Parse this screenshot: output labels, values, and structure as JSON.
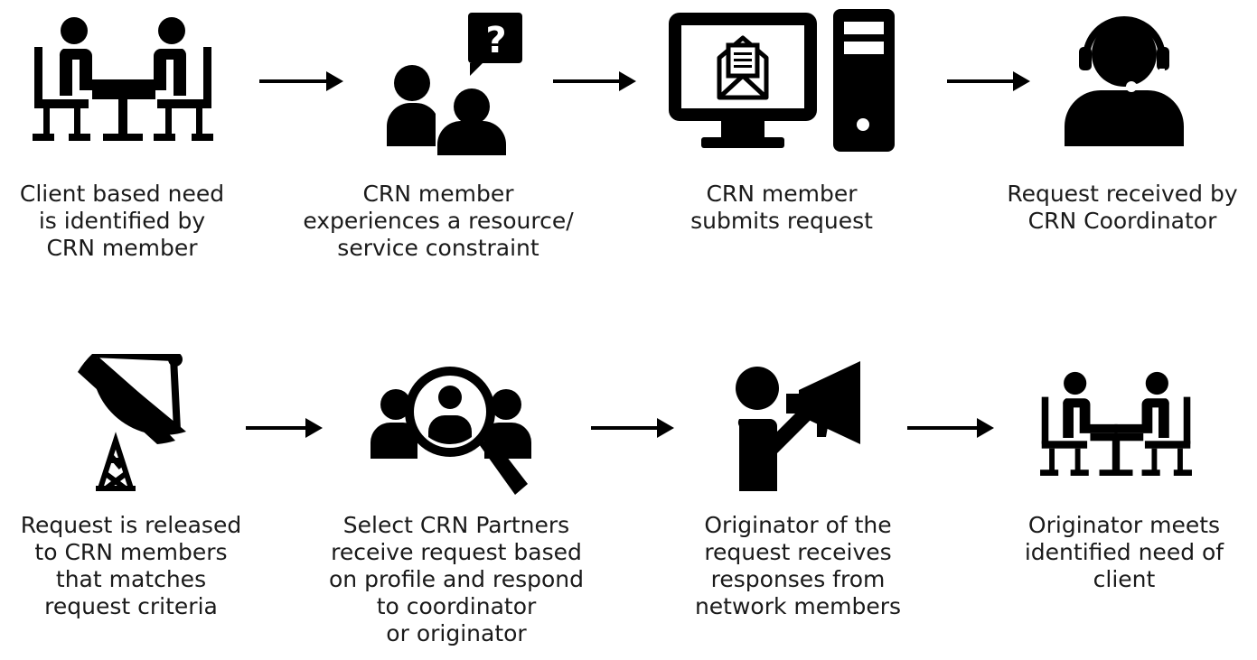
{
  "steps": [
    {
      "icon": "meeting-icon",
      "lines": [
        "Client based need",
        "is identified by",
        "CRN member"
      ]
    },
    {
      "icon": "people-question-icon",
      "lines": [
        "CRN member",
        "experiences a resource/",
        "service constraint"
      ]
    },
    {
      "icon": "computer-email-icon",
      "lines": [
        "CRN member",
        "submits request"
      ]
    },
    {
      "icon": "headset-operator-icon",
      "lines": [
        "Request received by",
        "CRN Coordinator"
      ]
    },
    {
      "icon": "satellite-dish-icon",
      "lines": [
        "Request is released",
        "to CRN members",
        "that matches",
        "request criteria"
      ]
    },
    {
      "icon": "people-search-icon",
      "lines": [
        "Select CRN Partners",
        "receive request based",
        "on profile and respond",
        "to coordinator",
        "or originator"
      ]
    },
    {
      "icon": "megaphone-person-icon",
      "lines": [
        "Originator of the",
        "request receives",
        "responses from",
        "network members"
      ]
    },
    {
      "icon": "meeting-icon",
      "lines": [
        "Originator meets",
        "identified need of",
        "client"
      ]
    }
  ]
}
